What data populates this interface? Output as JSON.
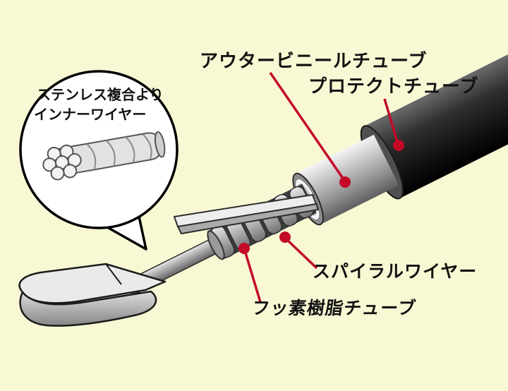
{
  "colors": {
    "background": "#F8F8D4",
    "accent_red": "#C30B28",
    "outline_black": "#000000"
  },
  "diagram": {
    "labels": {
      "outer_vinyl_tube": "アウタービニールチューブ",
      "protect_tube": "プロテクトチューブ",
      "spiral_wire": "スパイラルワイヤー",
      "fluoro_resin_tube": "フッ素樹脂チューブ"
    },
    "callout_circle": {
      "line1": "ステンレス複合より",
      "line2": "インナーワイヤー"
    }
  }
}
